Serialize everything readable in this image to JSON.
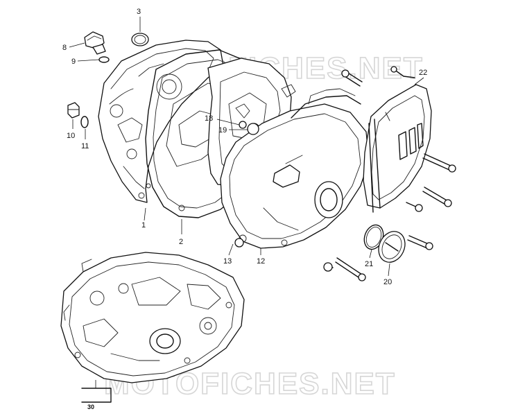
{
  "watermark": "MOTOFICHES.NET",
  "callouts": [
    {
      "id": "p1",
      "label": "1"
    },
    {
      "id": "p2",
      "label": "2"
    },
    {
      "id": "p3",
      "label": "3"
    },
    {
      "id": "p8",
      "label": "8"
    },
    {
      "id": "p9",
      "label": "9"
    },
    {
      "id": "p10",
      "label": "10"
    },
    {
      "id": "p11",
      "label": "11"
    },
    {
      "id": "p12",
      "label": "12"
    },
    {
      "id": "p13",
      "label": "13"
    },
    {
      "id": "p18",
      "label": "18"
    },
    {
      "id": "p19",
      "label": "19"
    },
    {
      "id": "p20",
      "label": "20"
    },
    {
      "id": "p21",
      "label": "21"
    },
    {
      "id": "p22",
      "label": "22"
    },
    {
      "id": "p30",
      "label": "30"
    }
  ],
  "colors": {
    "line": "#111111",
    "background": "#ffffff",
    "watermark": "#cfcfcf"
  }
}
